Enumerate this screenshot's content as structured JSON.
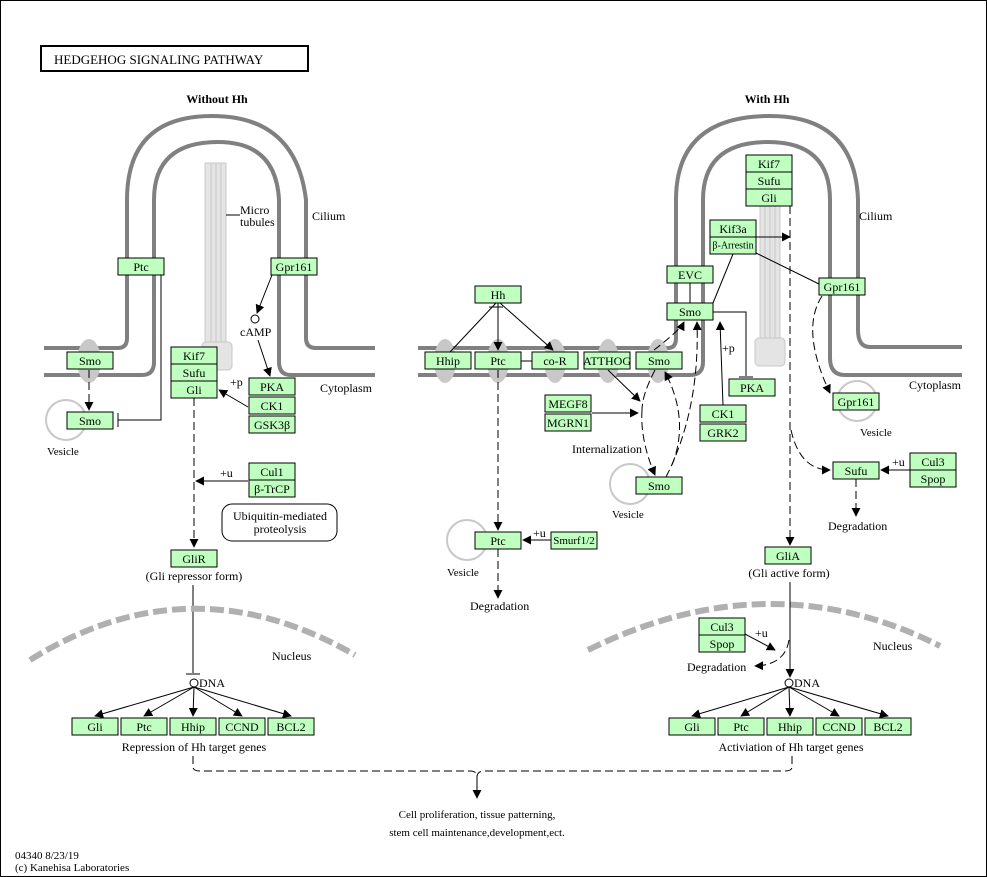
{
  "title": "HEDGEHOG  SIGNALING  PATHWAY",
  "panels": {
    "left": {
      "heading": "Without Hh",
      "labels": {
        "cilium": "Cilium",
        "cytoplasm": "Cytoplasm",
        "microtubules_1": "Micro",
        "microtubules_2": "tubules",
        "camp": "cAMP",
        "vesicle": "Vesicle",
        "plus_p": "+p",
        "plus_u": "+u",
        "ubiquitin_1": "Ubiquitin-mediated",
        "ubiquitin_2": "proteolysis",
        "gli_repressor": "(Gli repressor form)",
        "nucleus": "Nucleus",
        "dna": "DNA",
        "target_genes": "Repression of Hh target genes"
      },
      "genes": {
        "ptc": "Ptc",
        "gpr161": "Gpr161",
        "smo_membrane": "Smo",
        "smo_vesicle": "Smo",
        "kif7": "Kif7",
        "sufu": "Sufu",
        "gli": "Gli",
        "pka": "PKA",
        "ck1": "CK1",
        "gsk3b": "GSK3β",
        "cul1": "Cul1",
        "btrcp": "β-TrCP",
        "glir": "GliR",
        "targets": [
          "Gli",
          "Ptc",
          "Hhip",
          "CCND",
          "BCL2"
        ]
      }
    },
    "right": {
      "heading": "With Hh",
      "labels": {
        "cilium": "Cilium",
        "cytoplasm": "Cytoplasm",
        "vesicle_gpr": "Vesicle",
        "vesicle_smo": "Vesicle",
        "vesicle_ptc": "Vesicle",
        "plus_p": "+p",
        "plus_u_sufu": "+u",
        "plus_u_ptc": "+u",
        "plus_u_nuc": "+u",
        "internalization": "Internalization",
        "degradation_ptc": "Degradation",
        "degradation_sufu": "Degradation",
        "degradation_nuc": "Degradation",
        "gli_active": "(Gli active form)",
        "nucleus": "Nucleus",
        "dna": "DNA",
        "target_genes": "Activiation  of Hh target genes"
      },
      "genes": {
        "kif7": "Kif7",
        "sufu": "Sufu",
        "gli": "Gli",
        "kif3a": "Kif3a",
        "barrestin": "β-Arrestin",
        "evc": "EVC",
        "smo_cilium": "Smo",
        "gpr161_cilium": "Gpr161",
        "gpr161_vesicle": "Gpr161",
        "hh": "Hh",
        "hhip": "Hhip",
        "ptc": "Ptc",
        "cor": "co-R",
        "atthog": "ATTHOG",
        "smo_membrane": "Smo",
        "pka": "PKA",
        "ck1": "CK1",
        "grk2": "GRK2",
        "megf8": "MEGF8",
        "mgrn1": "MGRN1",
        "smo_vesicle": "Smo",
        "ptc_vesicle": "Ptc",
        "smurf": "Smurf1/2",
        "sufu_free": "Sufu",
        "cul3": "Cul3",
        "spop": "Spop",
        "cul3_nuc": "Cul3",
        "spop_nuc": "Spop",
        "glia": "GliA",
        "targets": [
          "Gli",
          "Ptc",
          "Hhip",
          "CCND",
          "BCL2"
        ]
      }
    }
  },
  "outcome_1": "Cell proliferation, tissue patterning,",
  "outcome_2": "stem cell maintenance,development,ect.",
  "footer_1": "04340 8/23/19",
  "footer_2": "(c) Kanehisa Laboratories"
}
